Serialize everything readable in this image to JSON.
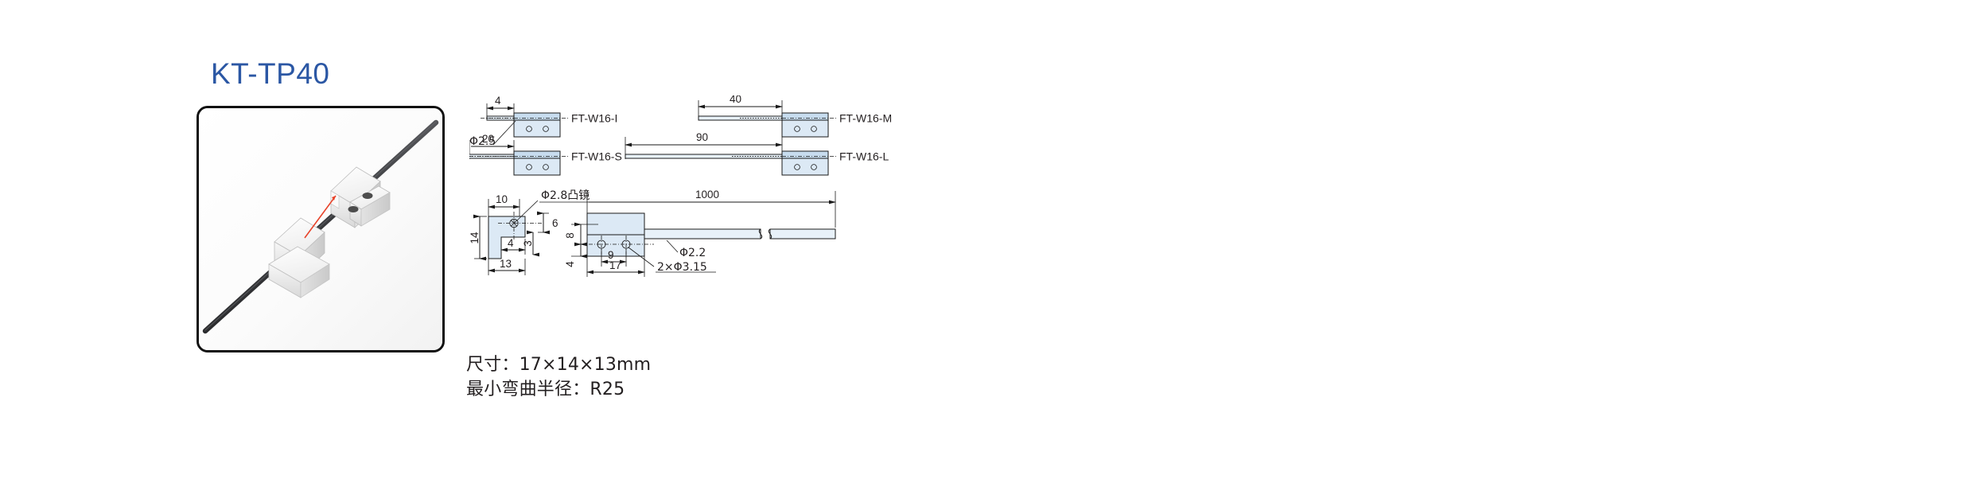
{
  "product": {
    "model": "KT-TP40"
  },
  "photo": {
    "alt_name": "fiber-optic-sensor-head-pair",
    "cable_color": "#3c3c3f",
    "body_color": "#f2f2f2",
    "beam_color": "#e8432a"
  },
  "variants": [
    {
      "label": "FT-W16-I",
      "dim": "4",
      "row": 0,
      "col": 0
    },
    {
      "label": "FT-W16-M",
      "dim": "40",
      "row": 0,
      "col": 1
    },
    {
      "label": "FT-W16-S",
      "dim": "20",
      "row": 1,
      "col": 0
    },
    {
      "label": "FT-W16-L",
      "dim": "90",
      "row": 1,
      "col": 1
    }
  ],
  "annotations": {
    "fiber_diameter_small": "Φ2.5",
    "lens": "Φ2.8凸镜",
    "cable_length": "1000",
    "cable_diameter": "Φ2.2",
    "mounting_holes": "2×Φ3.15"
  },
  "dimensions": {
    "side_view": {
      "width_total": "13",
      "width_top": "10",
      "height_total": "14",
      "notch_width": "4",
      "lens_height": "6",
      "lens_offset": "3"
    },
    "front_view": {
      "width": "17",
      "hole_pitch": "9",
      "hole_from_top": "8",
      "hole_from_bottom": "4"
    }
  },
  "specs": {
    "size": "尺寸：17×14×13mm",
    "bend_radius": "最小弯曲半径：R25"
  },
  "colors": {
    "title_blue": "#2b57a4",
    "part_fill": "#dce9f5",
    "part_fill_dark": "#c7dcee",
    "line": "#1a1a1a"
  }
}
